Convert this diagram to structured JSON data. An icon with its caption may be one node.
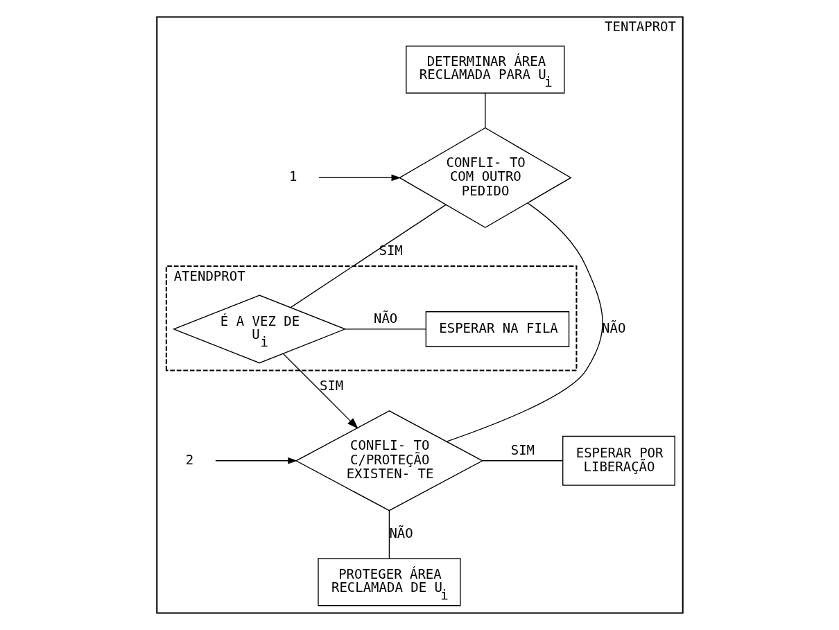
{
  "diagram": {
    "nodes": [
      {
        "text": [
          "TENTAPROT"
        ]
      },
      {
        "text": [
          "DETERMINAR ÁREA RECLAMADA PARA U$_{i}$"
        ],
        "in": 0
      },
      {
        "text": [
          "1"
        ],
        "in": 0
      },
      {
        "text": [
          "CONFLI- TO COM OUTRO PEDIDO"
        ],
        "in": 0
      },
      {
        "text": [
          "ATENDPROT"
        ],
        "in": 0
      },
      {
        "text": [
          "É A VEZ DE U$_{i}$"
        ],
        "in": 4
      },
      {
        "text": [
          "ESPERAR NA FILA"
        ],
        "in": 4
      },
      {
        "text": [
          "2"
        ],
        "in": 0
      },
      {
        "text": [
          "CONFLI- TO C/PROTEÇÃO EXISTEN- TE"
        ],
        "in": 0
      },
      {
        "text": [
          "ESPERAR POR LIBERAÇÃO"
        ],
        "in": 0
      },
      {
        "text": [
          "PROTEGER ÁREA RECLAMADA DE U$_{i}$"
        ],
        "in": 0
      }
    ],
    "edges": [
      {
        "from": 1,
        "to": 3,
        "arrow": "none"
      },
      {
        "from": 2,
        "to": 3,
        "arrow": "to"
      },
      {
        "from": 3,
        "to": 5,
        "arrow": "none",
        "label": "SIM"
      },
      {
        "from": 5,
        "to": 6,
        "arrow": "none",
        "label": "NÃO"
      },
      {
        "from": 5,
        "to": 8,
        "arrow": "to",
        "label": "SIM"
      },
      {
        "from": 3,
        "to": 8,
        "arrow": "none",
        "label": "NÃO"
      },
      {
        "from": 7,
        "to": 8,
        "arrow": "to"
      },
      {
        "from": 8,
        "to": 9,
        "arrow": "none",
        "label": "SIM"
      },
      {
        "from": 8,
        "to": 10,
        "arrow": "none",
        "label": "NÃO"
      }
    ]
  }
}
